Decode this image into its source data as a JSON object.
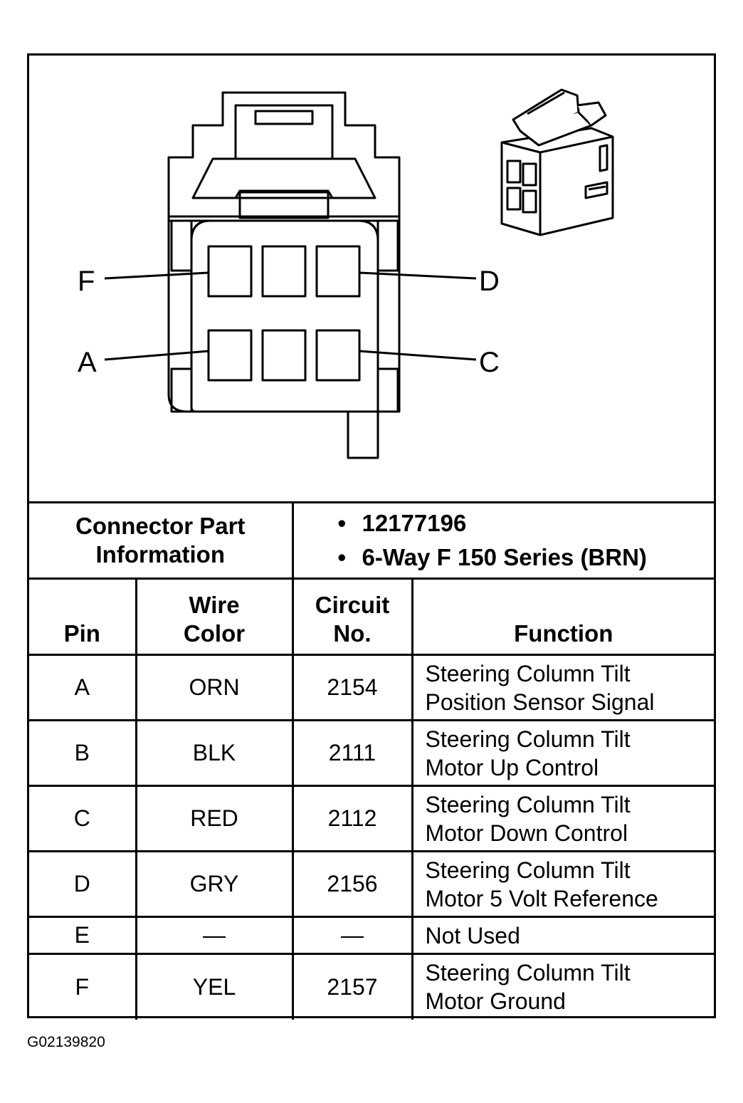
{
  "figure_code": "G02139820",
  "pin_labels": {
    "F": "F",
    "D": "D",
    "A": "A",
    "C": "C"
  },
  "connector_info": {
    "label_line1": "Connector Part",
    "label_line2": "Information",
    "bullet": "•",
    "part_number": "12177196",
    "description": "6-Way F 150 Series (BRN)"
  },
  "headers": {
    "pin": "Pin",
    "wire_color_line1": "Wire",
    "wire_color_line2": "Color",
    "circuit_line1": "Circuit",
    "circuit_line2": "No.",
    "function": "Function"
  },
  "rows": [
    {
      "pin": "A",
      "wire": "ORN",
      "circuit": "2154",
      "function_line1": "Steering Column Tilt",
      "function_line2": "Position Sensor Signal"
    },
    {
      "pin": "B",
      "wire": "BLK",
      "circuit": "2111",
      "function_line1": "Steering Column Tilt",
      "function_line2": "Motor Up Control"
    },
    {
      "pin": "C",
      "wire": "RED",
      "circuit": "2112",
      "function_line1": "Steering Column Tilt",
      "function_line2": "Motor Down Control"
    },
    {
      "pin": "D",
      "wire": "GRY",
      "circuit": "2156",
      "function_line1": "Steering Column Tilt",
      "function_line2": "Motor 5 Volt Reference"
    },
    {
      "pin": "E",
      "wire": "—",
      "circuit": "—",
      "function_line1": "Not Used",
      "function_line2": ""
    },
    {
      "pin": "F",
      "wire": "YEL",
      "circuit": "2157",
      "function_line1": "Steering Column Tilt",
      "function_line2": "Motor Ground"
    }
  ]
}
